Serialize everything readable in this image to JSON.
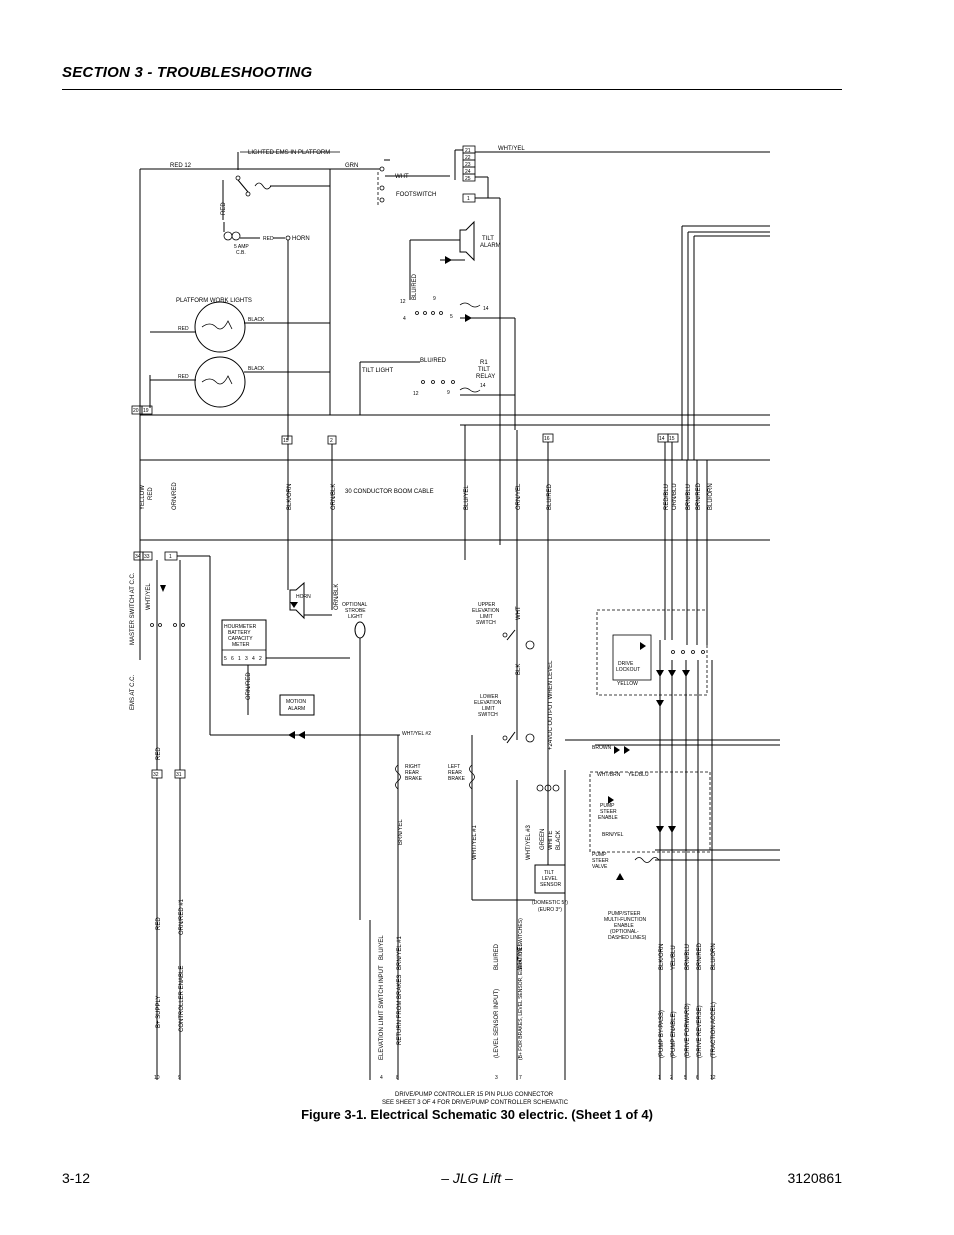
{
  "header": {
    "section": "SECTION 3 - TROUBLESHOOTING"
  },
  "figure": {
    "caption": "Figure 3-1.  Electrical Schematic 30 electric. (Sheet 1 of 4)",
    "labels": {
      "lighted_ems": "LIGHTED EMS IN PLATFORM",
      "red12": "RED 12",
      "grn": "GRN",
      "wht": "WHT",
      "footswitch": "FOOTSWITCH",
      "wht_yel_top": "WHT/YEL",
      "horn_top": "HORN",
      "red_horn": "RED",
      "cb_amp": "5 AMP",
      "cb": "C.B.",
      "tilt_alarm_1": "TILT",
      "tilt_alarm_2": "ALARM",
      "blu_red_v": "BLU/RED",
      "platform_work_lights": "PLATFORM WORK LIGHTS",
      "red_l1": "RED",
      "red_l2": "RED",
      "black_1": "BLACK",
      "black_2": "BLACK",
      "tilt_light": "TILT LIGHT",
      "blu_red_h": "BLU/RED",
      "r1": "R1",
      "tilt_relay_1": "TILT",
      "tilt_relay_2": "RELAY",
      "boom_cable": "30 CONDUCTOR BOOM CABLE",
      "yellow": "YELLOW",
      "red_v": "RED",
      "orn_red": "ORN/RED",
      "blk_orn": "BLK/ORN",
      "orn_blk": "ORN/BLK",
      "blu_yel": "BLU/YEL",
      "orn_yel": "ORN/YEL",
      "blu_red_2": "BLU/RED",
      "red_blu": "RED/BLU",
      "orn_blu": "ORN/BLU",
      "brn_blu": "BRN/BLU",
      "brn_red": "BRN/RED",
      "blu_orn": "BLU/ORN",
      "master_switch": "MASTER SWITCH AT C.C.",
      "wht_yel_mid": "WHT/YEL",
      "ems_at_cc": "EMS AT C.C.",
      "hourmeter_1": "HOURMETER",
      "hourmeter_2": "BATTERY",
      "hourmeter_3": "CAPACITY",
      "hourmeter_4": "METER",
      "horn_mid": "HORN",
      "optional_strobe_1": "OPTIONAL",
      "optional_strobe_2": "STROBE",
      "optional_strobe_3": "LIGHT",
      "upper_elev_1": "UPPER",
      "upper_elev_2": "ELEVATION",
      "upper_elev_3": "LIMIT",
      "upper_elev_4": "SWITCH",
      "drive_lockout_1": "DRIVE",
      "drive_lockout_2": "LOCKOUT",
      "yellow_small": "YELLOW",
      "motion_alarm_1": "MOTION",
      "motion_alarm_2": "ALARM",
      "lower_elev_1": "LOWER",
      "lower_elev_2": "ELEVATION",
      "lower_elev_3": "LIMIT",
      "lower_elev_4": "SWITCH",
      "blk": "BLK",
      "wht_v": "WHT",
      "output_level": "+24VDC OUTPUT WHEN LEVEL",
      "wht_yel_2": "WHT/YEL #2",
      "right_brake_1": "RIGHT",
      "right_brake_2": "REAR",
      "right_brake_3": "BRAKE",
      "left_brake_1": "LEFT",
      "left_brake_2": "REAR",
      "left_brake_3": "BRAKE",
      "brown": "BROWN",
      "wht_brn": "WHT/BRN",
      "yel_blu": "YEL/BLU",
      "pump_steer_1": "PUMP",
      "pump_steer_2": "STEER",
      "pump_steer_3": "ENABLE",
      "brn_yel": "BRN/YEL",
      "pump_valve_1": "PUMP",
      "pump_valve_2": "STEER",
      "pump_valve_3": "VALVE",
      "red_lower": "RED",
      "red_lower2": "RED",
      "brn_yel_v": "BRN/YEL",
      "wht_yel_1": "WHT/YEL #1",
      "wht_yel_3": "WHT/YEL #3",
      "green": "GREEN",
      "white": "WHITE",
      "black": "BLACK",
      "tilt_sensor_1": "TILT",
      "tilt_sensor_2": "LEVEL",
      "tilt_sensor_3": "SENSOR",
      "domestic": "(DOMESTIC 5°)",
      "euro": "(EURO 3°)",
      "multi_1": "PUMP/STEER",
      "multi_2": "MULTI-FUNCTION",
      "multi_3": "ENABLE",
      "multi_4": "(OPTIONAL-",
      "multi_5": "DASHED LINES)",
      "bottom_red": "RED",
      "bottom_orn_red": "ORN/RED #1",
      "bottom_blu_yel": "BLU/YEL",
      "bottom_brn_yel": "BRN/YEL #1",
      "bottom_blu_red": "BLU/RED",
      "bottom_wht_yel": "WHT/YEL",
      "bottom_blk_orn": "BLK/ORN",
      "bottom_yel_blu": "YEL/BLU",
      "bottom_brn_blu": "BRN/BLU",
      "bottom_brn_red": "BRN/RED",
      "bottom_blu_orn": "BLU/ORN",
      "b_supply": "B+ SUPPLY",
      "ctrl_enable": "CONTROLLER ENABLE",
      "elev_limit": "ELEVATION LIMIT SWITCH INPUT",
      "return_brakes": "RETURN FROM BRAKES",
      "level_sensor_input": "(LEVEL SENSOR INPUT)",
      "b_brakes": "(B+ FOR BRAKES, LEVEL SENSOR, ELEVATION SWITCHES)",
      "pump_bypass": "(PUMP BY-PASS)",
      "pump_enable": "(PUMP ENABLE)",
      "drive_forward": "(DRIVE FORWARD)",
      "drive_reverse": "(DRIVE REVERSE)",
      "traction_accel": "(TRACTION ACCEL)",
      "connector_1": "DRIVE/PUMP CONTROLLER 15 PIN PLUG CONNECTOR",
      "connector_2": "SEE SHEET 3 OF 4 FOR DRIVE/PUMP CONTROLLER SCHEMATIC"
    },
    "terminals_top": [
      "21",
      "22",
      "23",
      "24",
      "25",
      "1"
    ],
    "boom_boxes": [
      "20",
      "19",
      "15",
      "2",
      "16",
      "14",
      "15"
    ],
    "mid_boxes": [
      "34",
      "33",
      "1"
    ],
    "lower_boxes": [
      "32",
      "31"
    ],
    "hourmeter_pins": [
      "5",
      "6",
      "1",
      "3",
      "4",
      "2"
    ],
    "bottom_pins": [
      "10",
      "9",
      "4",
      "8",
      "3",
      "7",
      "1",
      "2",
      "5",
      "6",
      "12"
    ]
  },
  "footer": {
    "page": "3-12",
    "center": "– JLG Lift –",
    "doc_number": "3120861"
  }
}
